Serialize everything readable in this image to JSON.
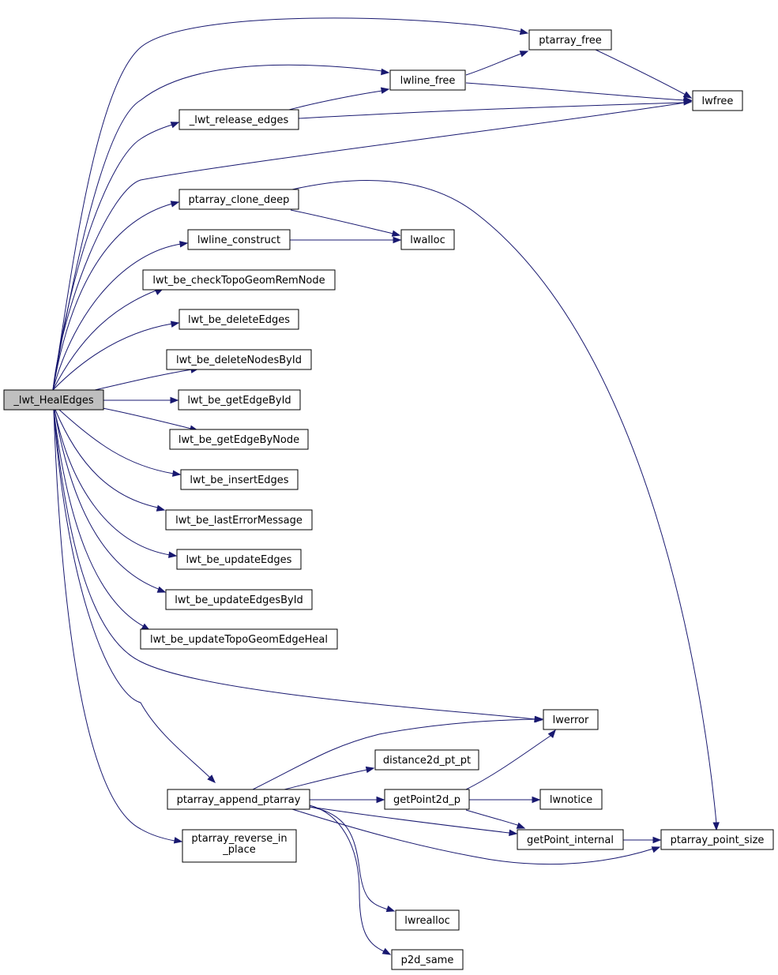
{
  "graph": {
    "nodes": [
      {
        "id": "heal",
        "label": "_lwt_HealEdges",
        "root": true
      },
      {
        "id": "ptarray_free",
        "label": "ptarray_free"
      },
      {
        "id": "lwline_free",
        "label": "lwline_free"
      },
      {
        "id": "release_edges",
        "label": "_lwt_release_edges"
      },
      {
        "id": "lwfree",
        "label": "lwfree"
      },
      {
        "id": "clone_deep",
        "label": "ptarray_clone_deep"
      },
      {
        "id": "lwline_construct",
        "label": "lwline_construct"
      },
      {
        "id": "lwalloc",
        "label": "lwalloc"
      },
      {
        "id": "checkTopo",
        "label": "lwt_be_checkTopoGeomRemNode"
      },
      {
        "id": "deleteEdges",
        "label": "lwt_be_deleteEdges"
      },
      {
        "id": "deleteNodes",
        "label": "lwt_be_deleteNodesById"
      },
      {
        "id": "getEdgeById",
        "label": "lwt_be_getEdgeById"
      },
      {
        "id": "getEdgeByNode",
        "label": "lwt_be_getEdgeByNode"
      },
      {
        "id": "insertEdges",
        "label": "lwt_be_insertEdges"
      },
      {
        "id": "lastError",
        "label": "lwt_be_lastErrorMessage"
      },
      {
        "id": "updateEdges",
        "label": "lwt_be_updateEdges"
      },
      {
        "id": "updateEdgesById",
        "label": "lwt_be_updateEdgesById"
      },
      {
        "id": "updateTopo",
        "label": "lwt_be_updateTopoGeomEdgeHeal"
      },
      {
        "id": "lwerror",
        "label": "lwerror"
      },
      {
        "id": "distance2d",
        "label": "distance2d_pt_pt"
      },
      {
        "id": "append",
        "label": "ptarray_append_ptarray"
      },
      {
        "id": "getPoint2d_p",
        "label": "getPoint2d_p"
      },
      {
        "id": "lwnotice",
        "label": "lwnotice"
      },
      {
        "id": "getPoint_internal",
        "label": "getPoint_internal"
      },
      {
        "id": "point_size",
        "label": "ptarray_point_size"
      },
      {
        "id": "reverse",
        "label": [
          "ptarray_reverse_in",
          "_place"
        ]
      },
      {
        "id": "lwrealloc",
        "label": "lwrealloc"
      },
      {
        "id": "p2d_same",
        "label": "p2d_same"
      }
    ],
    "edges": [
      {
        "from": "heal",
        "to": "ptarray_free"
      },
      {
        "from": "heal",
        "to": "lwline_free"
      },
      {
        "from": "heal",
        "to": "release_edges"
      },
      {
        "from": "heal",
        "to": "lwfree"
      },
      {
        "from": "heal",
        "to": "clone_deep"
      },
      {
        "from": "heal",
        "to": "lwline_construct"
      },
      {
        "from": "heal",
        "to": "checkTopo"
      },
      {
        "from": "heal",
        "to": "deleteEdges"
      },
      {
        "from": "heal",
        "to": "deleteNodes"
      },
      {
        "from": "heal",
        "to": "getEdgeById"
      },
      {
        "from": "heal",
        "to": "getEdgeByNode"
      },
      {
        "from": "heal",
        "to": "insertEdges"
      },
      {
        "from": "heal",
        "to": "lastError"
      },
      {
        "from": "heal",
        "to": "updateEdges"
      },
      {
        "from": "heal",
        "to": "updateEdgesById"
      },
      {
        "from": "heal",
        "to": "updateTopo"
      },
      {
        "from": "heal",
        "to": "lwerror"
      },
      {
        "from": "heal",
        "to": "append"
      },
      {
        "from": "heal",
        "to": "reverse"
      },
      {
        "from": "lwline_free",
        "to": "ptarray_free"
      },
      {
        "from": "lwline_free",
        "to": "lwfree"
      },
      {
        "from": "ptarray_free",
        "to": "lwfree"
      },
      {
        "from": "release_edges",
        "to": "lwline_free"
      },
      {
        "from": "release_edges",
        "to": "lwfree"
      },
      {
        "from": "clone_deep",
        "to": "lwalloc"
      },
      {
        "from": "clone_deep",
        "to": "point_size"
      },
      {
        "from": "lwline_construct",
        "to": "lwalloc"
      },
      {
        "from": "append",
        "to": "lwerror"
      },
      {
        "from": "append",
        "to": "distance2d"
      },
      {
        "from": "append",
        "to": "getPoint2d_p"
      },
      {
        "from": "append",
        "to": "getPoint_internal"
      },
      {
        "from": "append",
        "to": "point_size"
      },
      {
        "from": "append",
        "to": "lwrealloc"
      },
      {
        "from": "append",
        "to": "p2d_same"
      },
      {
        "from": "getPoint2d_p",
        "to": "lwerror"
      },
      {
        "from": "getPoint2d_p",
        "to": "lwnotice"
      },
      {
        "from": "getPoint2d_p",
        "to": "getPoint_internal"
      },
      {
        "from": "getPoint_internal",
        "to": "point_size"
      }
    ]
  }
}
